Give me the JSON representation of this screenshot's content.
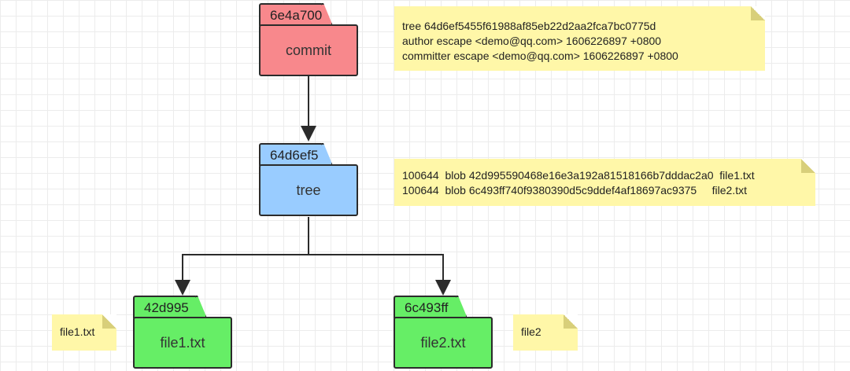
{
  "nodes": {
    "commit": {
      "hash": "6e4a700",
      "label": "commit",
      "color": "#f8888c"
    },
    "tree": {
      "hash": "64d6ef5",
      "label": "tree",
      "color": "#99ccff"
    },
    "file1": {
      "hash": "42d995",
      "label": "file1.txt",
      "color": "#66ee66"
    },
    "file2": {
      "hash": "6c493ff",
      "label": "file2.txt",
      "color": "#66ee66"
    }
  },
  "notes": {
    "commit_note": [
      "tree 64d6ef5455f61988af85eb22d2aa2fca7bc0775d",
      "author escape <demo@qq.com> 1606226897 +0800",
      "committer escape <demo@qq.com> 1606226897 +0800"
    ],
    "tree_note": [
      "100644  blob 42d995590468e16e3a192a81518166b7dddac2a0  file1.txt",
      "100644  blob 6c493ff740f9380390d5c9ddef4af18697ac9375     file2.txt"
    ],
    "file1_note": "file1.txt",
    "file2_note": "file2"
  },
  "note_color": "#fff7a8"
}
